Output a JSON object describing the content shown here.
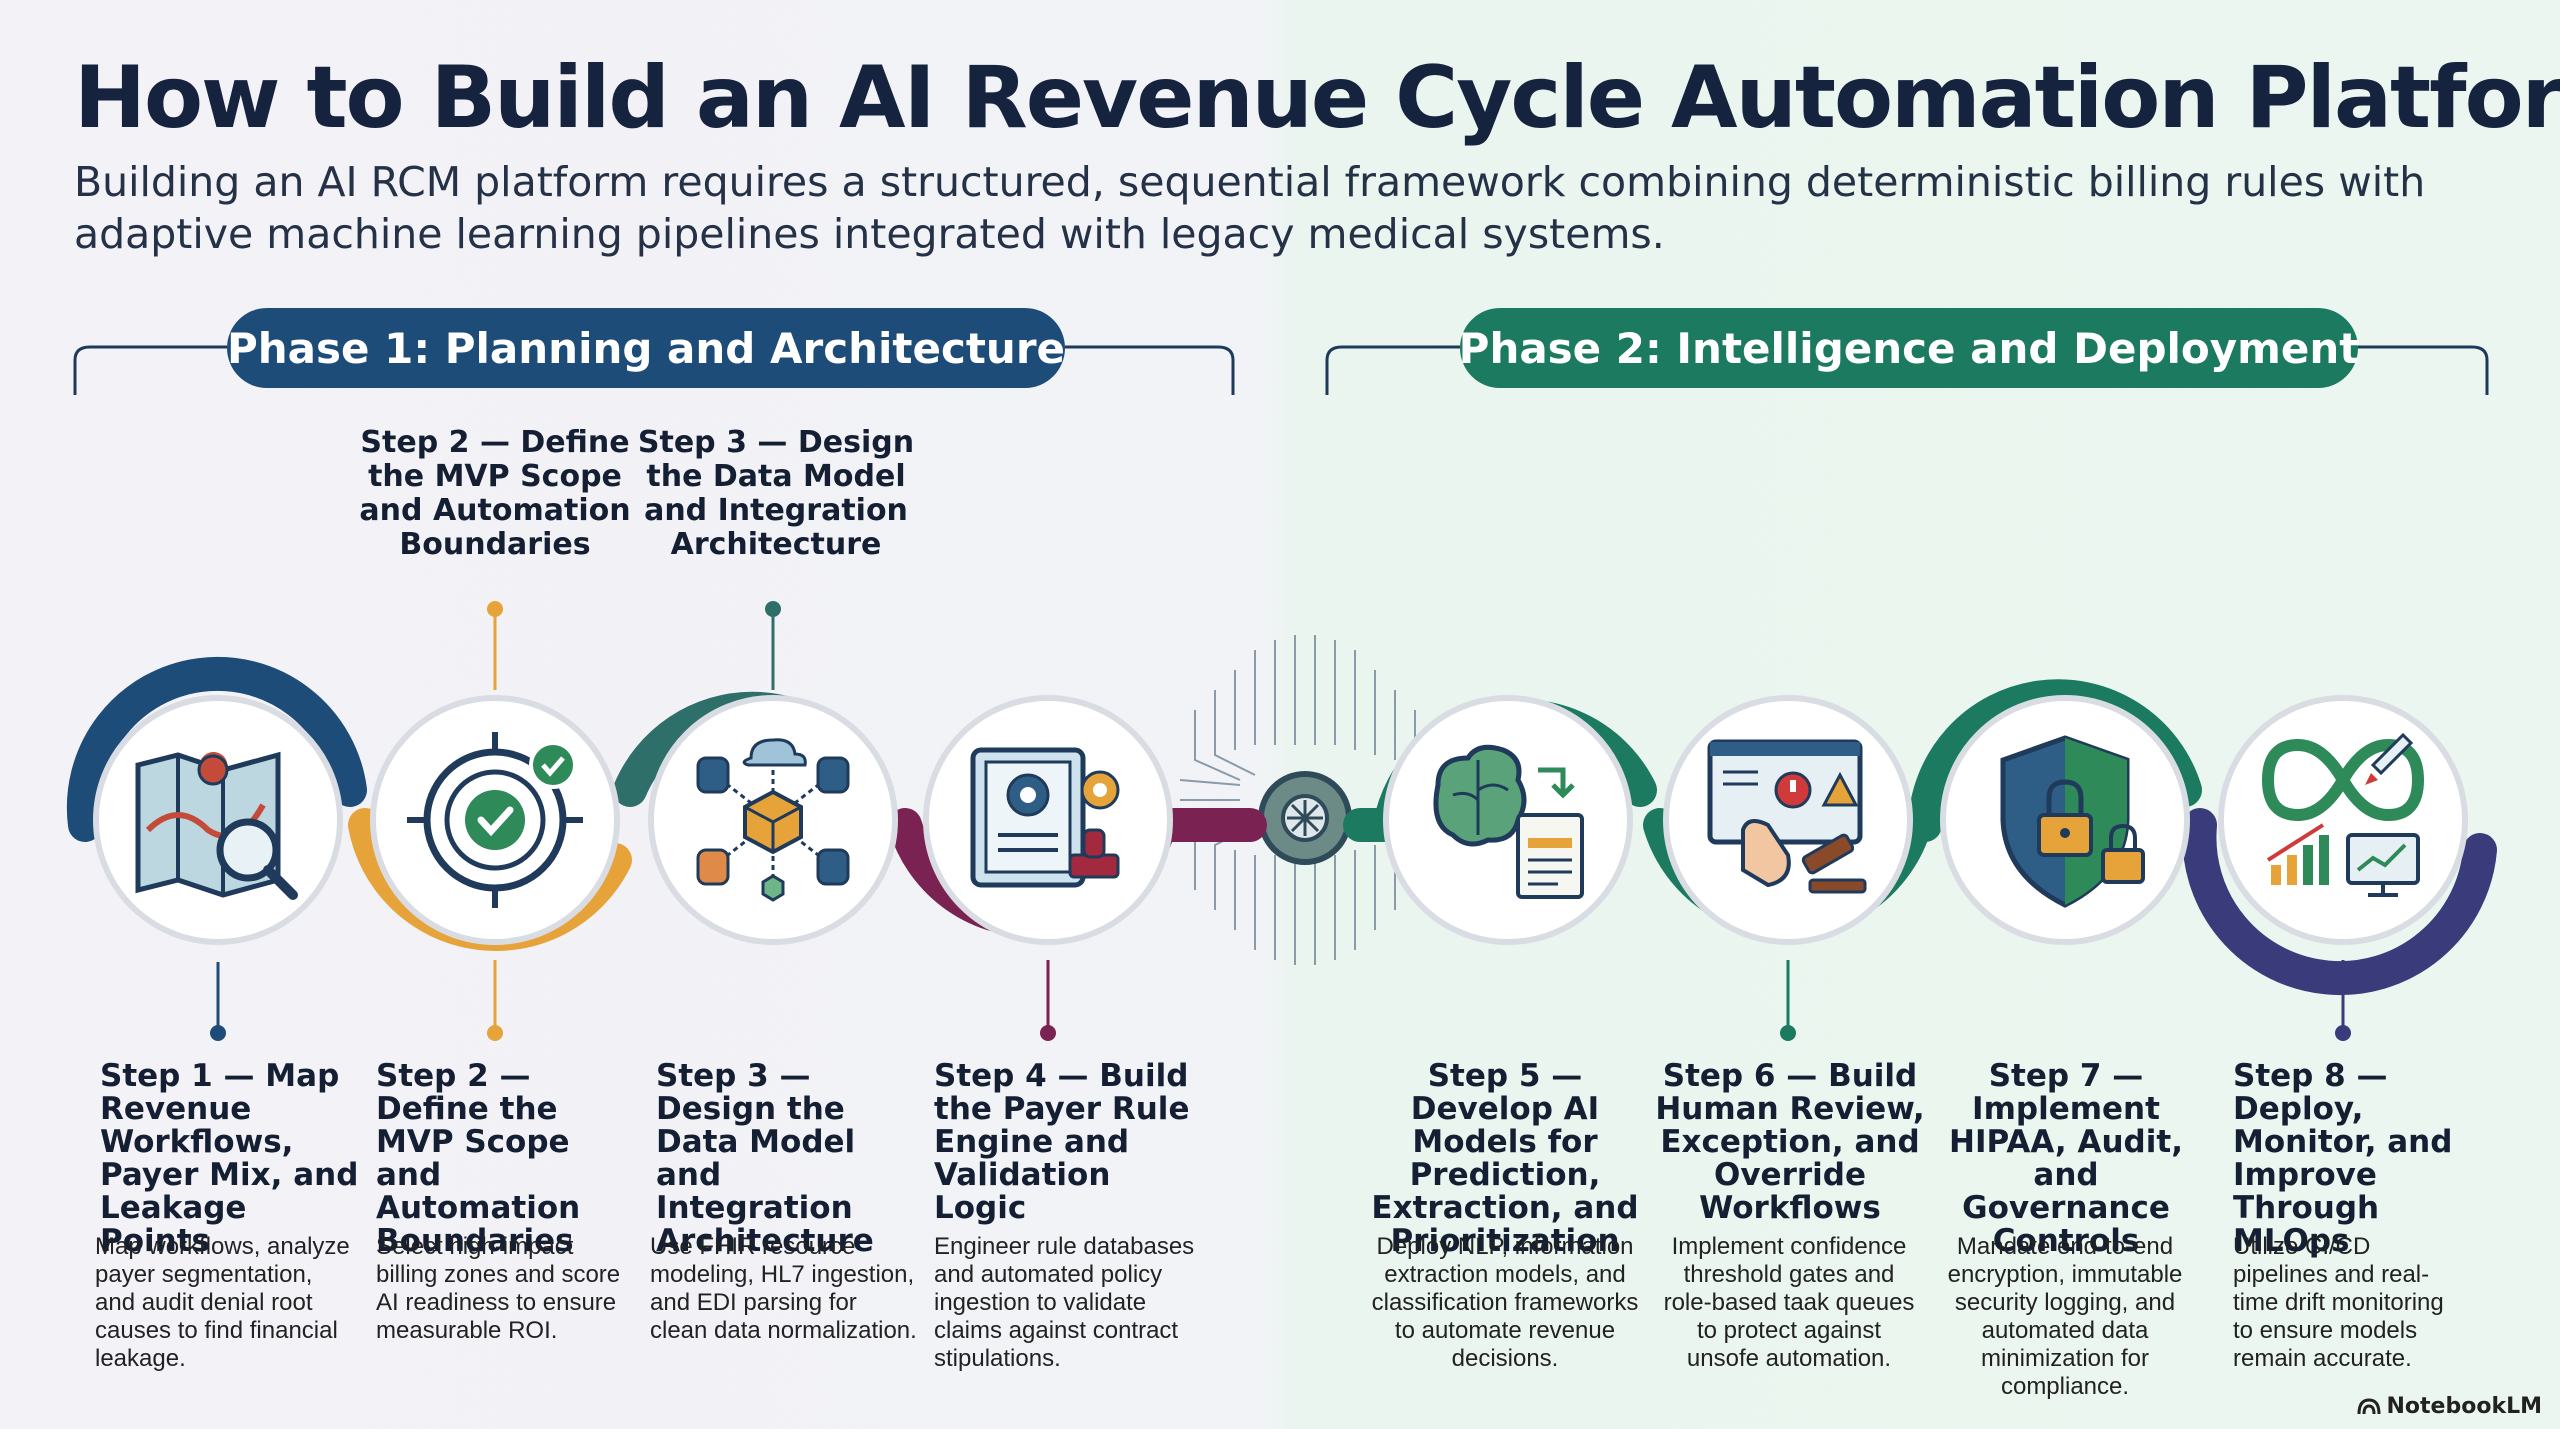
{
  "title": "How to Build an AI Revenue Cycle Automation Platform",
  "subtitle": "Building an AI RCM platform requires a structured, sequential framework combining deterministic billing rules with adaptive machine learning pipelines integrated with legacy medical systems.",
  "phases": [
    {
      "label": "Phase 1: Planning and Architecture",
      "color": "#1e4c78"
    },
    {
      "label": "Phase 2: Intelligence and Deployment",
      "color": "#1b7a5f"
    }
  ],
  "top_labels": [
    "Step 2 — Define the MVP Scope and Automation Boundaries",
    "Step 3 — Design the Data Model and Integration Architecture"
  ],
  "steps": [
    {
      "title": "Step 1 — Map Revenue Workflows, Payer Mix, and Leakage Points",
      "desc": "Map workflows, analyze payer segmentation, and audit denial root causes to find financial leakage.",
      "icon": "map-search-icon",
      "color": "#1e4c78"
    },
    {
      "title": "Step 2 — Define the MVP Scope and Automation Boundaries",
      "desc": "Select high-impact billing zones and score AI readiness to ensure measurable ROI.",
      "icon": "target-check-icon",
      "color": "#e5a33a"
    },
    {
      "title": "Step 3 — Design the Data Model and Integration Architecture",
      "desc": "Use FHIR resource modeling, HL7 ingestion, and EDI parsing for clean data normalization.",
      "icon": "data-network-icon",
      "color": "#2f6f6a"
    },
    {
      "title": "Step 4 — Build the Payer Rule Engine and Validation Logic",
      "desc": "Engineer rule databases and automated policy ingestion to validate claims against contract stipulations.",
      "icon": "rulebook-gear-icon",
      "color": "#7a2352"
    },
    {
      "title": "Step 5 — Develop AI Models for Prediction, Extraction, and Prioritization",
      "desc": "Deploy NLP, information extraction models, and classification frameworks to automate revenue decisions.",
      "icon": "brain-document-icon",
      "color": "#1b7a5f"
    },
    {
      "title": "Step 6 — Build Human Review, Exception, and Override Workflows",
      "desc": "Implement confidence threshold gates and role-based taak queues to protect against unsofe automation.",
      "icon": "review-gavel-icon",
      "color": "#1b7a5f"
    },
    {
      "title": "Step 7 — Implement HIPAA, Audit, and Governance Controls",
      "desc": "Mandate end-to-end encryption, immutable security logging, and automated data minimization for compliance.",
      "icon": "shield-lock-icon",
      "color": "#1b7a5f"
    },
    {
      "title": "Step 8 — Deploy, Monitor, and Improve Through MLOps",
      "desc": "Utilize CI/CD pipelines and real-time drift monitoring to ensure models remain accurate.",
      "icon": "infinity-rocket-icon",
      "color": "#3a3b7a"
    }
  ],
  "center_icon": "circuit-gear-icon",
  "credit": "NotebookLM"
}
